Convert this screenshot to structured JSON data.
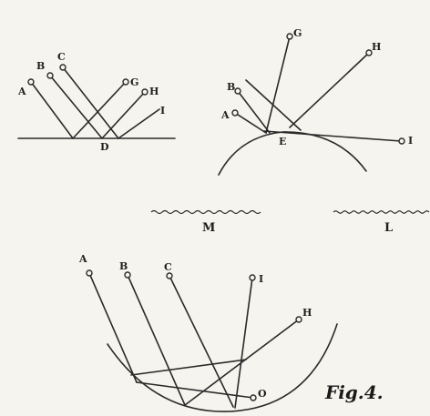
{
  "figure1": {
    "labels": [
      "A",
      "B",
      "C",
      "G",
      "H",
      "I",
      "D"
    ]
  },
  "figure2": {
    "labels": [
      "G",
      "H",
      "B",
      "A",
      "E",
      "I"
    ]
  },
  "waves": {
    "left_label": "M",
    "right_label": "L"
  },
  "figure3": {
    "labels": [
      "A",
      "B",
      "C",
      "I",
      "H",
      "O"
    ],
    "caption": "Fig.4."
  }
}
